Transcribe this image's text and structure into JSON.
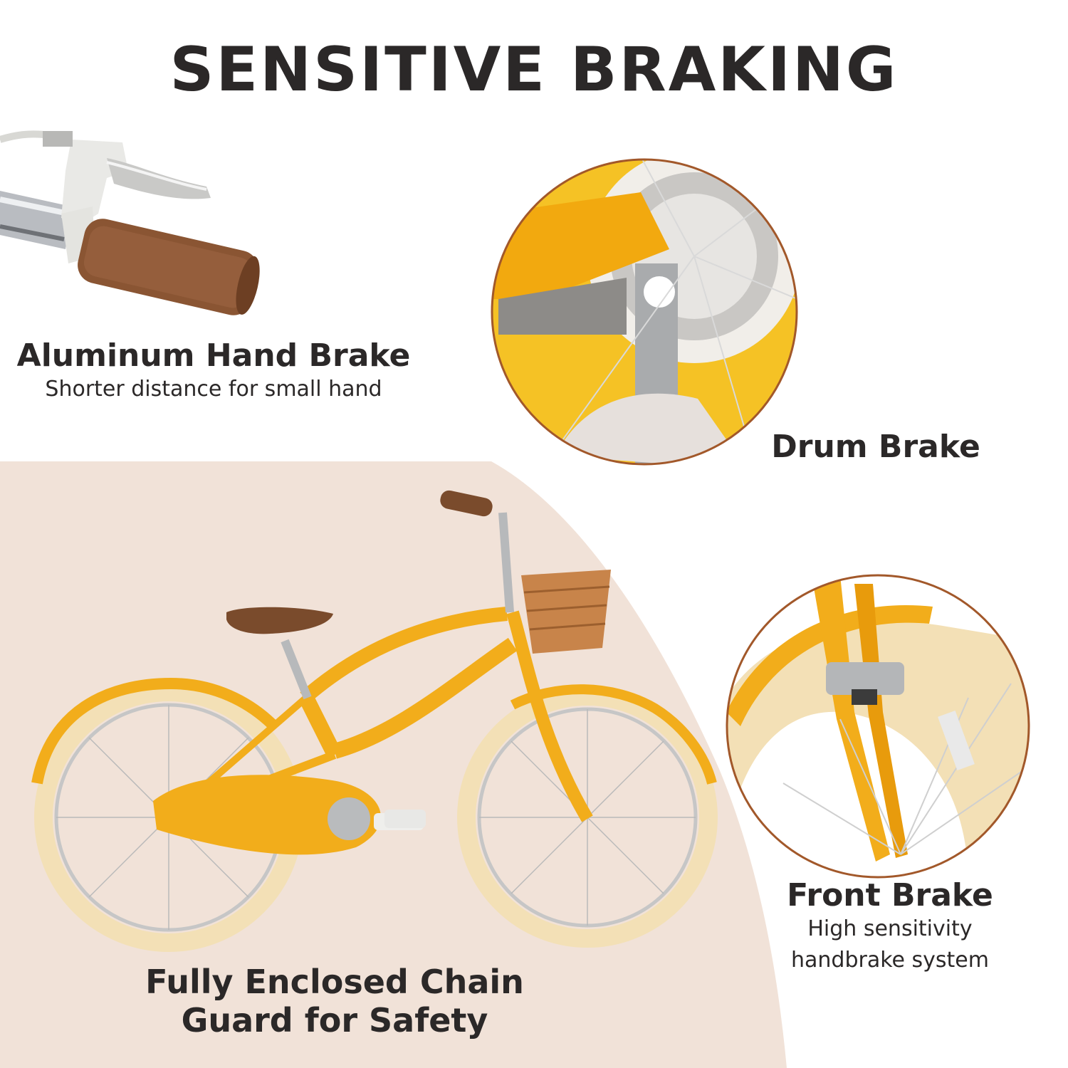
{
  "headline": "SENSITIVE BRAKING",
  "features": [
    {
      "title": "Aluminum Hand Brake",
      "subtitle": "Shorter distance for small hand"
    },
    {
      "title": "Drum Brake"
    },
    {
      "title": "Front Brake",
      "subtitle_line1": "High sensitivity",
      "subtitle_line2": "handbrake system"
    },
    {
      "title_line1": "Fully Enclosed Chain",
      "title_line2": "Guard for Safety"
    }
  ],
  "colors": {
    "background_band": "#f1e2d8",
    "frame_yellow": "#f2ad1b",
    "tire_cream": "#f3e0b6",
    "saddle_brown": "#7a4b2c",
    "circle_border": "#a2582a",
    "text_dark": "#2b2828"
  }
}
